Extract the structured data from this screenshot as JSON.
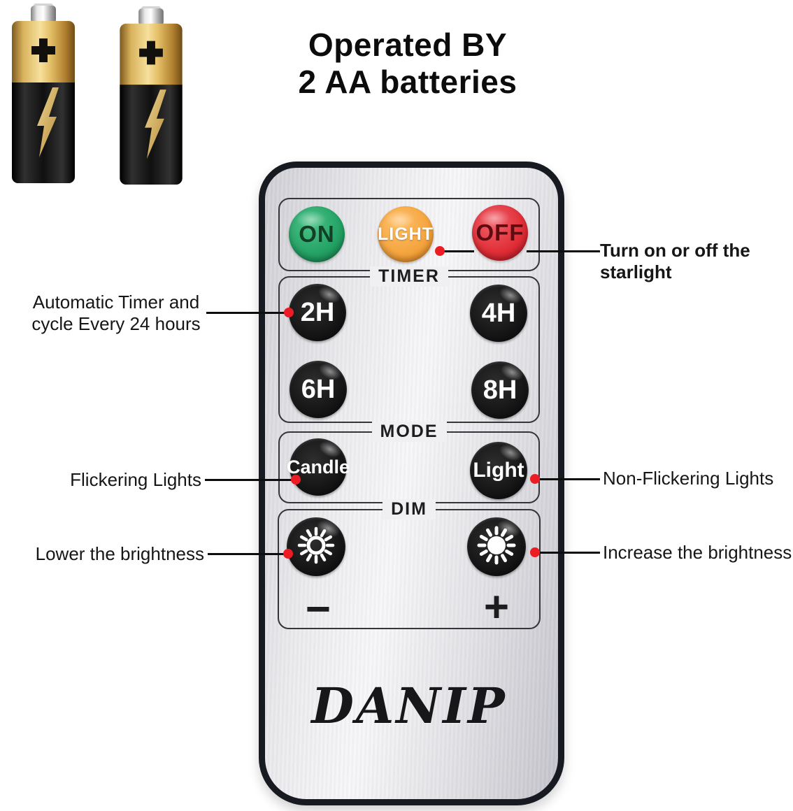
{
  "title": {
    "line1": "Operated BY",
    "line2": "2 AA batteries"
  },
  "batteries": {
    "count_depicted": 2,
    "icon": "aa-battery-icon"
  },
  "remote": {
    "brand": "DANIP",
    "power": {
      "buttons": [
        {
          "label": "ON",
          "color": "#23a164"
        },
        {
          "label": "LIGHT",
          "color": "#f4a33d"
        },
        {
          "label": "OFF",
          "color": "#e02c35"
        }
      ]
    },
    "timer": {
      "label": "TIMER",
      "buttons": [
        "2H",
        "4H",
        "6H",
        "8H"
      ]
    },
    "mode": {
      "label": "MODE",
      "buttons": [
        "Candle",
        "Light"
      ]
    },
    "dim": {
      "label": "DIM",
      "decrease_symbol": "−",
      "increase_symbol": "+",
      "decrease_icon": "sun-dim-icon",
      "increase_icon": "sun-bright-icon"
    }
  },
  "annotations": {
    "starlight": "Turn on or off the starlight",
    "timer_line1": "Automatic Timer and",
    "timer_line2": "cycle Every 24 hours",
    "flickering": "Flickering Lights",
    "non_flickering": "Non-Flickering Lights",
    "lower": "Lower the brightness",
    "increase": "Increase the brightness"
  },
  "colors": {
    "annotation_dot": "#ec1c24",
    "remote_border": "#181a22",
    "remote_face": "#e8e8ec",
    "key_black": "#161616",
    "battery_gold": "#d9b35e"
  }
}
